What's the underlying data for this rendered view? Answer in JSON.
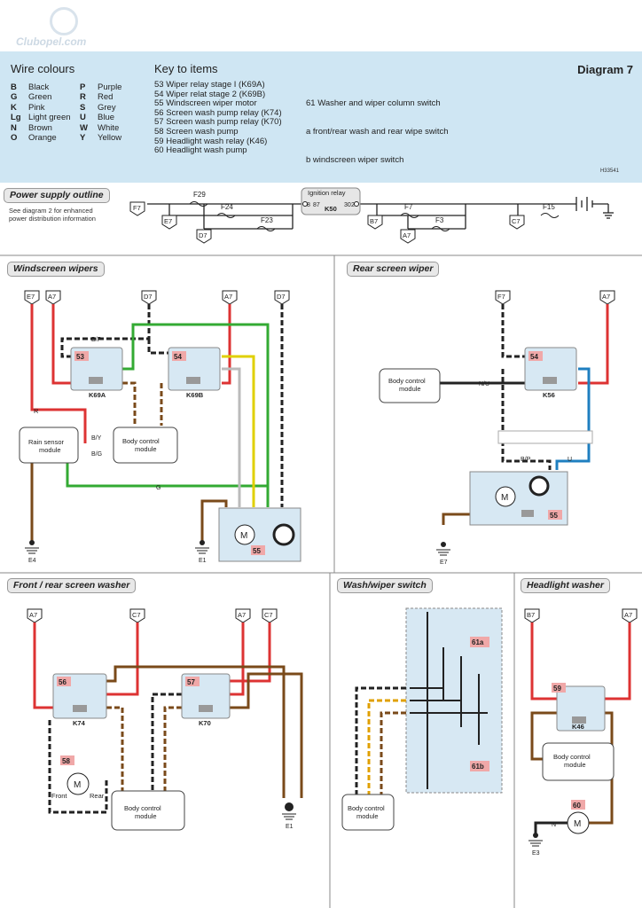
{
  "watermark": "Clubopel.com",
  "header": {
    "wire_colours_title": "Wire colours",
    "key_title": "Key to items",
    "diagram_title": "Diagram 7",
    "ref_code": "H33541"
  },
  "wire_colours": [
    {
      "code": "B",
      "name": "Black",
      "code2": "P",
      "name2": "Purple"
    },
    {
      "code": "G",
      "name": "Green",
      "code2": "R",
      "name2": "Red"
    },
    {
      "code": "K",
      "name": "Pink",
      "code2": "S",
      "name2": "Grey"
    },
    {
      "code": "Lg",
      "name": "Light green",
      "code2": "U",
      "name2": "Blue"
    },
    {
      "code": "N",
      "name": "Brown",
      "code2": "W",
      "name2": "White"
    },
    {
      "code": "O",
      "name": "Orange",
      "code2": "Y",
      "name2": "Yellow"
    }
  ],
  "key_items": [
    "53  Wiper relay stage I (K69A)",
    "54  Wiper relat stage 2 (K69B)",
    "55  Windscreen wiper motor",
    "56  Screen wash pump relay (K74)",
    "57  Screen wash pump relay (K70)",
    "58  Screen wash pump",
    "59  Headlight wash relay (K46)",
    "60  Headlight wash pump"
  ],
  "key_items_2": [
    "61  Washer and wiper column switch",
    "      a   front/rear wash and rear wipe switch",
    "      b   windscreen wiper switch"
  ],
  "power": {
    "label": "Power supply outline",
    "note": [
      "See diagram 2 for enhanced",
      "power distribution information"
    ],
    "ignition_relay": "Ignition relay",
    "fuses": [
      "F29",
      "F24",
      "F23",
      "F7",
      "F3",
      "F15"
    ],
    "relay": "K50",
    "relay_pins": [
      "8",
      "87",
      "30",
      "2"
    ],
    "connectors": [
      "F7",
      "E7",
      "D7",
      "B7",
      "A7",
      "C7"
    ]
  },
  "sections": {
    "wipers": "Windscreen wipers",
    "rear_wiper": "Rear screen wiper",
    "washer": "Front / rear screen washer",
    "switch": "Wash/wiper switch",
    "headlight": "Headlight washer"
  },
  "labels": {
    "rain_sensor": [
      "Rain sensor",
      "module"
    ],
    "body_control": [
      "Body control",
      "module"
    ],
    "front": "Front",
    "rear": "Rear",
    "motor": "M",
    "relays": [
      "K69A",
      "K69B",
      "K56",
      "K74",
      "K70",
      "K46"
    ],
    "items": [
      "53",
      "54",
      "54",
      "55",
      "55",
      "56",
      "57",
      "58",
      "59",
      "60",
      "61a",
      "61b"
    ],
    "grounds": [
      "E4",
      "E1",
      "E7",
      "E1",
      "E3"
    ]
  }
}
